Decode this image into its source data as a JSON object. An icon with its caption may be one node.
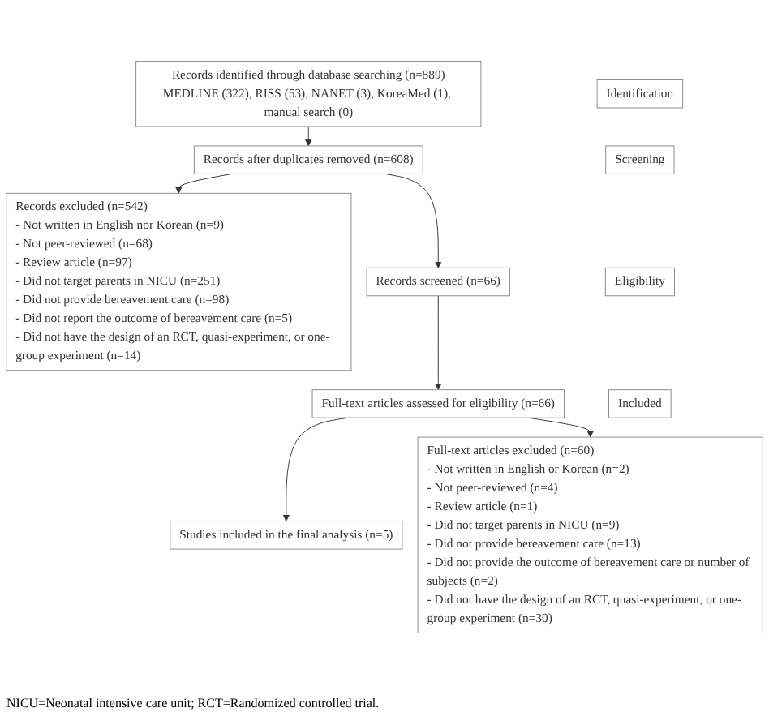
{
  "diagram": {
    "nodes": [
      {
        "text": [
          "Identification"
        ]
      },
      {
        "text": [
          "Records identified through database searching (n=889)",
          "MEDLINE (322), RISS (53), NANET (3), KoreaMed (1), manual search (0)"
        ]
      },
      {
        "text": [
          "Screening"
        ]
      },
      {
        "text": [
          "Records after duplicates removed (n=608)"
        ]
      },
      {
        "text": [
          "Records excluded (n=542)",
          "- Not written in English nor Korean (n=9)",
          "- Not peer-reviewed (n=68)",
          "- Review article (n=97)",
          "- Did not target parents in NICU (n=251)",
          "- Did not provide bereavement care (n=98)",
          "- Did not report the outcome of bereavement care (n=5)",
          "- Did not have the design of an RCT, quasi-experiment, or one-group experiment (n=14)"
        ]
      },
      {
        "text": [
          "Records screened (n=66)"
        ]
      },
      {
        "text": [
          "Eligibility"
        ]
      },
      {
        "text": [
          "Full-text articles assessed for eligibility (n=66)"
        ]
      },
      {
        "text": [
          "Full-text articles excluded (n=60)",
          "- Not written in English or Korean (n=2)",
          "- Not peer-reviewed (n=4)",
          "- Review article (n=1)",
          "- Did not target parents in NICU (n=9)",
          "- Did not provide bereavement care (n=13)",
          "- Did not provide the outcome of bereavement care or number of subjects (n=2)",
          "- Did not have the design of an RCT, quasi-experiment, or one-group experiment (n=30)"
        ]
      },
      {
        "text": [
          "Included"
        ]
      },
      {
        "text": [
          "Studies included in the final analysis (n=5)"
        ]
      }
    ],
    "edges": [
      {
        "from": 1,
        "to": 3,
        "arrow": "to"
      },
      {
        "from": 3,
        "to": 5,
        "arrow": "to"
      },
      {
        "from": 3,
        "to": 4,
        "arrow": "to"
      },
      {
        "from": 5,
        "to": 7,
        "arrow": "to"
      },
      {
        "from": 7,
        "to": 10,
        "arrow": "to"
      },
      {
        "from": 7,
        "to": 8,
        "arrow": "to"
      }
    ],
    "caption": "NICU=Neonatal intensive care unit; RCT=Randomized controlled trial."
  }
}
